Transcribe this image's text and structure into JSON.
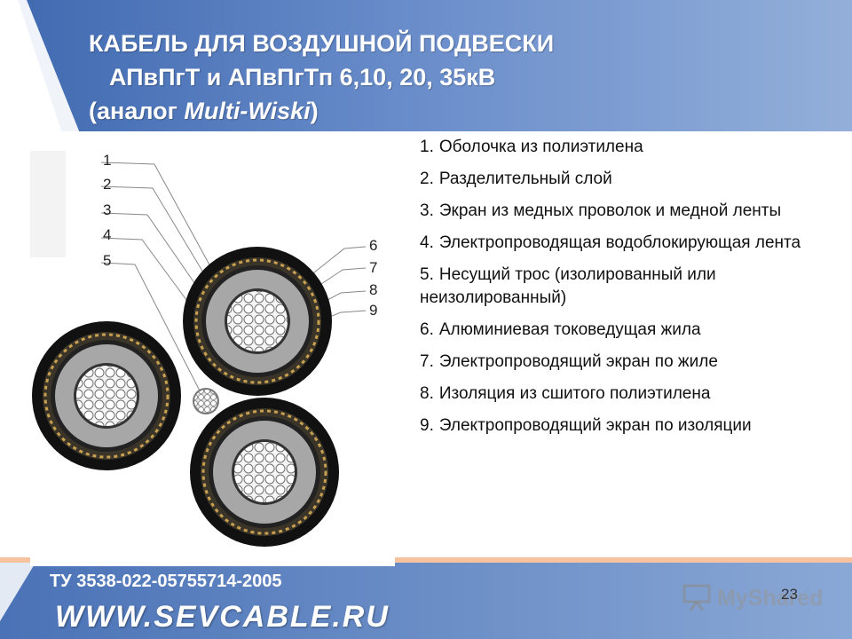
{
  "title": {
    "line1": "КАБЕЛЬ  ДЛЯ ВОЗДУШНОЙ ПОДВЕСКИ",
    "line2": "АПвПгТ и АПвПгТп 6,10, 20, 35кВ",
    "line3_prefix": "(аналог ",
    "line3_italic": "Multi-Wiski",
    "line3_suffix": ")"
  },
  "figure": {
    "callouts_left": [
      "1",
      "2",
      "3",
      "4",
      "5"
    ],
    "callouts_right": [
      "6",
      "7",
      "8",
      "9"
    ]
  },
  "legend": [
    {
      "num": "1.",
      "text": "Оболочка из полиэтилена"
    },
    {
      "num": "2.",
      "text": "Разделительный слой"
    },
    {
      "num": "3.",
      "text": "Экран из медных проволок и медной ленты"
    },
    {
      "num": "4.",
      "text": "Электропроводящая водоблокирующая лента"
    },
    {
      "num": "5.",
      "text": "Несущий трос (изолированный или неизолированный)"
    },
    {
      "num": "6.",
      "text": "Алюминиевая токоведущая жила"
    },
    {
      "num": "7.",
      "text": "Электропроводящий экран по жиле"
    },
    {
      "num": "8.",
      "text": "Изоляция из сшитого полиэтилена"
    },
    {
      "num": "9.",
      "text": "Электропроводящий экран по изоляции"
    }
  ],
  "footer": {
    "spec": "ТУ 3538-022-05755714-2005",
    "website": "WWW.SEVCABLE.RU",
    "page_number": "23",
    "watermark": "MyShared"
  },
  "colors": {
    "slide_blue": "#5f84c2",
    "slide_blue_dark": "#3c64a8",
    "footer_bar": "#f7c2a0",
    "copper": "#c8a050",
    "insulation": "#a7a7a7"
  }
}
